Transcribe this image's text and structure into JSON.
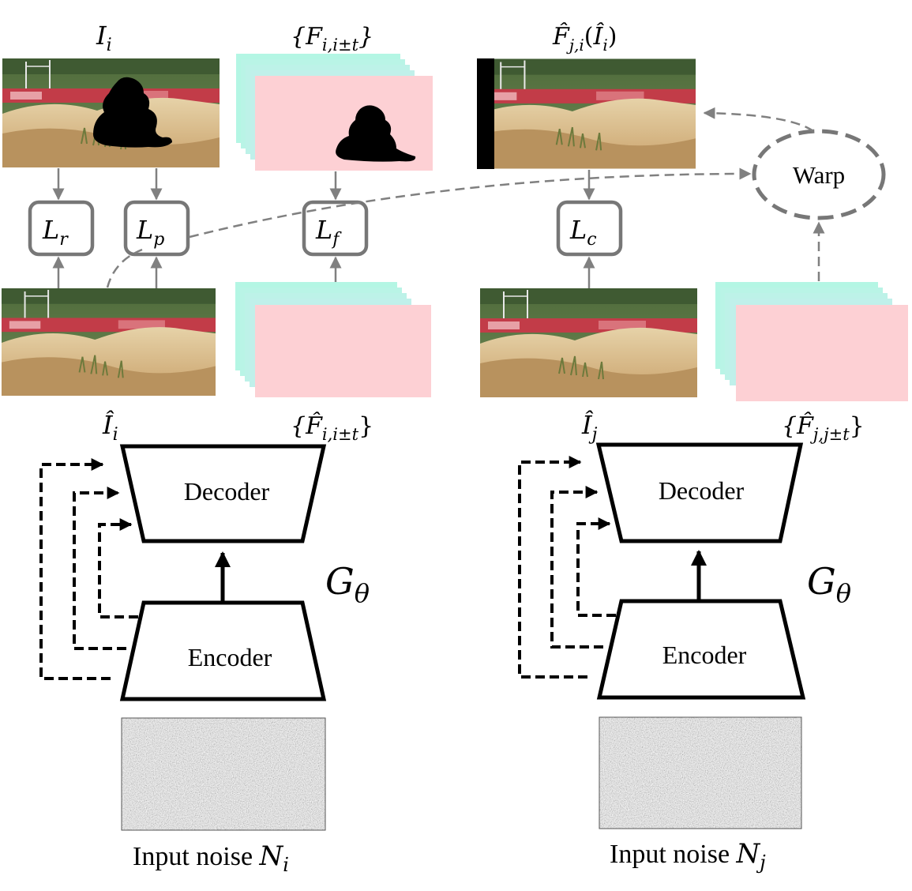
{
  "left": {
    "target_frame_label": "I",
    "target_frame_sub": "i",
    "flow_label": "{F",
    "flow_sub": "i,i±t",
    "flow_close": "}",
    "output_frame_label": "Î",
    "output_frame_sub": "i",
    "output_flow_label": "{F̂",
    "output_flow_sub": "i,i±t",
    "output_flow_close": "}",
    "losses": [
      {
        "symbol": "L",
        "sub": "r"
      },
      {
        "symbol": "L",
        "sub": "p"
      },
      {
        "symbol": "L",
        "sub": "f"
      }
    ],
    "decoder_label": "Decoder",
    "encoder_label": "Encoder",
    "generator_label": "G",
    "generator_sub": "θ",
    "noise_label": "Input noise ",
    "noise_symbol": "N",
    "noise_sub": "i"
  },
  "right": {
    "warped_label": "F̂",
    "warped_sub": "j,i",
    "warped_arg_open": "(",
    "warped_arg": "Î",
    "warped_arg_sub": "i",
    "warped_arg_close": ")",
    "warp_label": "Warp",
    "loss": {
      "symbol": "L",
      "sub": "c"
    },
    "output_frame_label": "Î",
    "output_frame_sub": "j",
    "output_flow_label": "{F̂",
    "output_flow_sub": "j,j±t",
    "output_flow_close": "}",
    "decoder_label": "Decoder",
    "encoder_label": "Encoder",
    "generator_label": "G",
    "generator_sub": "θ",
    "noise_label": "Input noise ",
    "noise_symbol": "N",
    "noise_sub": "j"
  },
  "colors": {
    "flow_cyan": "#b4f6e4",
    "flow_pink": "#fdd0d4",
    "loss_border": "#777777",
    "connector_gray": "#808080",
    "mask_black": "#000000",
    "sky_green": "#5f7f4c",
    "banner_red": "#c23c48",
    "sand": "#ddc08e"
  }
}
